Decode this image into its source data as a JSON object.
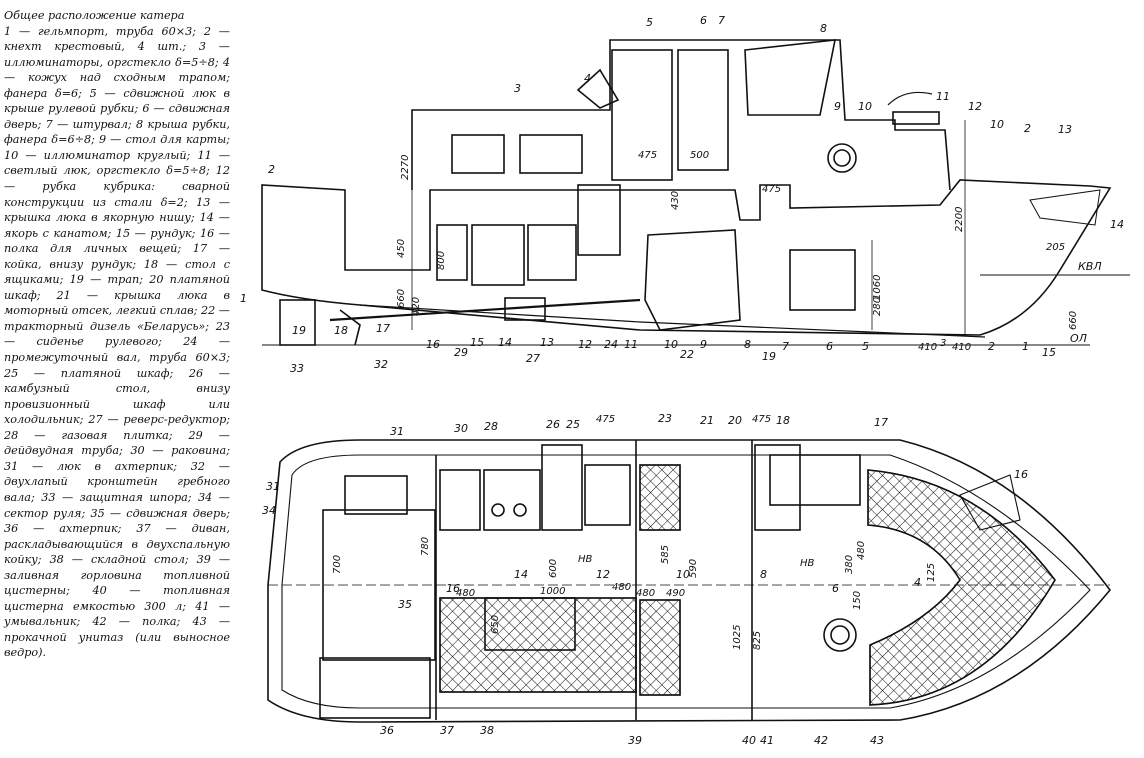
{
  "legend": {
    "title": "Общее расположение катера",
    "items": [
      "1 — гельмпорт, труба 60×3;",
      "2 — кнехт крестовый, 4 шт.;",
      "3 — иллюминаторы, оргстекло δ=5÷8;",
      "4 — кожух над сходным трапом; фанера δ=6;",
      "5 — сдвижной люк в крыше рулевой рубки;",
      "6 — сдвижная дверь;",
      "7 — штурвал;",
      "8 крыша рубки, фанера δ=6÷8;",
      "9 — стол для карты;",
      "10 — иллюминатор круглый;",
      "11 — светлый люк, оргстекло δ=5÷8;",
      "12 — рубка кубрика: сварной конструкции из стали δ=2;",
      "13 — крышка люка в якорную нишу;",
      "14 — якорь с канатом;",
      "15 — рундук;",
      "16 — полка для личных вещей;",
      "17 — койка, внизу рундук;",
      "18 — стол с ящиками;",
      "19 — трап;",
      "20 платяной шкаф;",
      "21 — крышка люка в моторный отсек, легкий сплав;",
      "22 — тракторный дизель «Беларусь»;",
      "23 — сиденье рулевого;",
      "24 — промежуточный вал, труба 60×3;",
      "25 — платяной шкаф;",
      "26 — камбузный стол, внизу провизионный шкаф или холодильник;",
      "27 — реверс-редуктор;",
      "28 — газовая плитка;",
      "29 — дейдвудная труба;",
      "30 — раковина;",
      "31 — люк в ахтерпик;",
      "32 — двухлапый кронштейн гребного вала;",
      "33 — защитная шпора;",
      "34 — сектор руля;",
      "35 — сдвижная дверь;",
      "36 — ахтерпик;",
      "37 — диван, раскладывающийся в двухспальную койку;",
      "38 — складной стол;",
      "39 — заливная горловина топливной цистерны;",
      "40 — топливная цистерна емкостью 300 л;",
      "41 — умывальник;",
      "42 — полка;",
      "43 — прокачной унитаз (или выносное ведро)."
    ]
  },
  "side_view": {
    "callouts": [
      "5",
      "6",
      "7",
      "8",
      "4",
      "3",
      "9",
      "10",
      "11",
      "12",
      "10",
      "2",
      "13",
      "14",
      "2",
      "1",
      "19",
      "18",
      "17",
      "33",
      "32",
      "16",
      "29",
      "15",
      "14",
      "13",
      "27",
      "12",
      "24",
      "11",
      "10",
      "22",
      "9",
      "8",
      "19",
      "7",
      "6",
      "5",
      "2",
      "1",
      "15"
    ],
    "dims": [
      "2270",
      "475",
      "500",
      "475",
      "430",
      "450",
      "800",
      "660",
      "420",
      "2200",
      "205",
      "1060",
      "280",
      "660",
      "410",
      "410",
      "3"
    ],
    "waterline": "КВЛ",
    "baseline": "ОЛ"
  },
  "plan_view": {
    "callouts": [
      "31",
      "30",
      "28",
      "26",
      "25",
      "23",
      "21",
      "20",
      "18",
      "17",
      "16",
      "31",
      "34",
      "35",
      "36",
      "37",
      "38",
      "39",
      "40",
      "41",
      "42",
      "43"
    ],
    "dims": [
      "475",
      "475",
      "700",
      "780",
      "600",
      "585",
      "590",
      "380",
      "480",
      "125",
      "480",
      "480",
      "490",
      "480",
      "650",
      "1000",
      "1025",
      "825",
      "150"
    ],
    "frames": [
      "16",
      "14",
      "12",
      "10",
      "8",
      "6",
      "4"
    ],
    "markers": [
      "НВ",
      "НВ"
    ]
  }
}
